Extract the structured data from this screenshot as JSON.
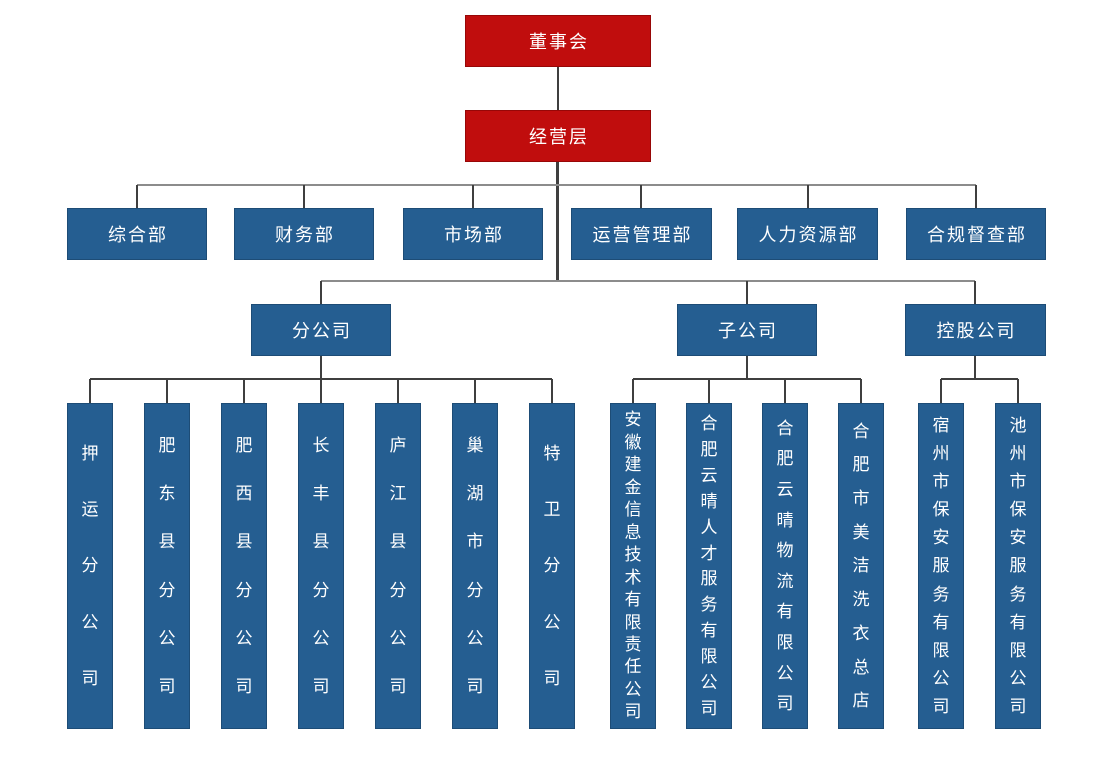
{
  "org_chart": {
    "root": {
      "label": "董事会"
    },
    "management": {
      "label": "经营层"
    },
    "departments": [
      {
        "label": "综合部"
      },
      {
        "label": "财务部"
      },
      {
        "label": "市场部"
      },
      {
        "label": "运营管理部"
      },
      {
        "label": "人力资源部"
      },
      {
        "label": "合规督查部"
      }
    ],
    "groups": [
      {
        "label": "分公司",
        "children": [
          {
            "label": "押运分公司"
          },
          {
            "label": "肥东县分公司"
          },
          {
            "label": "肥西县分公司"
          },
          {
            "label": "长丰县分公司"
          },
          {
            "label": "庐江县分公司"
          },
          {
            "label": "巢湖市分公司"
          },
          {
            "label": "特卫分公司"
          }
        ]
      },
      {
        "label": "子公司",
        "children": [
          {
            "label": "安徽建金信息技术有限责任公司"
          },
          {
            "label": "合肥云晴人才服务有限公司"
          },
          {
            "label": "合肥云晴物流有限公司"
          },
          {
            "label": "合肥市美洁洗衣总店"
          }
        ]
      },
      {
        "label": "控股公司",
        "children": [
          {
            "label": "宿州市保安服务有限公司"
          },
          {
            "label": "池州市保安服务有限公司"
          }
        ]
      }
    ],
    "colors": {
      "executive_fill": "#c00d0d",
      "executive_border": "#970707",
      "unit_fill": "#255e91",
      "unit_border": "#1d4c76",
      "connector_light": "#8c8c8c",
      "connector_dark": "#3f3f3f",
      "text": "#ffffff",
      "background": "#ffffff"
    }
  }
}
